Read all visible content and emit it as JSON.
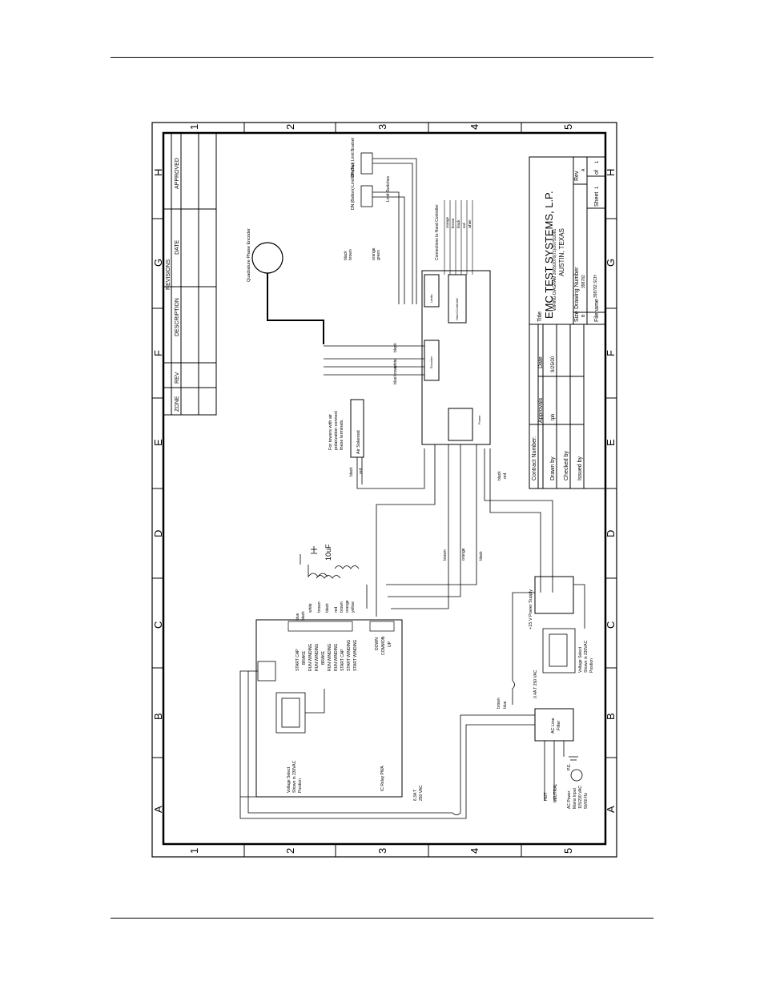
{
  "sheet": {
    "zones_letters": [
      "A",
      "B",
      "C",
      "D",
      "E",
      "F",
      "G",
      "H"
    ],
    "zones_numbers": [
      "1",
      "2",
      "3",
      "4",
      "5"
    ]
  },
  "revisions": {
    "title": "REVISIONS",
    "headers": [
      "ZONE",
      "REV",
      "DESCRIPTION",
      "DATE",
      "APPROVED"
    ]
  },
  "title_block": {
    "company": "EMC TEST SYSTEMS, L.P.",
    "city": "AUSTIN, TEXAS",
    "contract_label": "Contract Number:",
    "approvals_label": "Approvals",
    "date_label": "Date",
    "drawn_label": "Drawn by",
    "drawn_value": "tph",
    "drawn_date": "9/25/00",
    "checked_label": "Checked by",
    "issued_label": "Issued by",
    "title_label": "Title",
    "title_value": "WIRING DIAGRAM 2065/2070(71)/2075/2081",
    "size_label": "Size",
    "size_value": "B",
    "drawing_label": "Drawing Number",
    "drawing_value": "398782",
    "rev_label": "Rev",
    "rev_value": "A",
    "filename_label": "Filename",
    "filename_value": "398782.SCH",
    "sheet_label": "Sheet",
    "sheet_value": "1",
    "of_label": "of",
    "of_value": "1"
  },
  "labels": {
    "encoder": "Quadrature Phase Encoder",
    "limit_switches": "Limit Switches",
    "dn_switch": "DN (Bottom) Limit Bracket",
    "up_switch": "UP (Top) Limit Bracket",
    "hand_controller": "Connections to Hand Controller",
    "air_note_1": "For towers with air",
    "air_note_2": "polarization connect",
    "air_note_3": "these terminals.",
    "air_solenoid": "Air Solenoid",
    "capacitor": "10uF",
    "power_supply": "+15 V Power Supply",
    "voltage_select_1": "Voltage Select",
    "voltage_select_2": "Shown in 230VAC",
    "voltage_select_3": "Position",
    "relay_pwa": "IC Relay PWA",
    "fuse_1": "6.3A T",
    "fuse_1b": "250 VAC",
    "fuse_2": "0.4A T 250 VAC",
    "line_filter_1": "AC Line",
    "line_filter_2": "Filter",
    "hot": "HOT",
    "neutral": "NEUTRAL",
    "pe": "P.E.",
    "ac_power_1": "AC Power",
    "ac_power_2": "Mains Input",
    "ac_power_3": "115/230 VAC",
    "ac_power_4": "50/60 Hz",
    "down": "DOWN",
    "common": "COMMON",
    "up": "UP",
    "limits": "Limits",
    "encoder_conn": "Encoder",
    "hand_conn": "Hand Controller",
    "power_conn": "Power"
  },
  "motor_terminals": [
    "START CAP",
    "BRAKE",
    "RUN WINDING",
    "RUN WINDING",
    "BRAKE",
    "RUN WINDING",
    "RUN WINDING",
    "START CAP",
    "START WINDING",
    "START WINDING"
  ],
  "motor_wires": [
    "blue",
    "black",
    "white",
    "brown",
    "black",
    "red",
    "brown",
    "orange",
    "yellow"
  ],
  "encoder_wires": [
    "black",
    "white",
    "brown",
    "blue"
  ],
  "hand_wires": [
    "orange",
    "brown",
    "black",
    "red",
    "white"
  ],
  "misc_wires": {
    "limit_black": "black",
    "limit_brown": "brown",
    "limit_orange": "orange",
    "limit_green": "green",
    "sol_black": "black",
    "sol_red": "red",
    "brown": "brown",
    "orange": "orange",
    "black": "black",
    "ps_black": "black",
    "ps_red": "red",
    "filter_brown": "brown",
    "filter_blue": "blue"
  }
}
